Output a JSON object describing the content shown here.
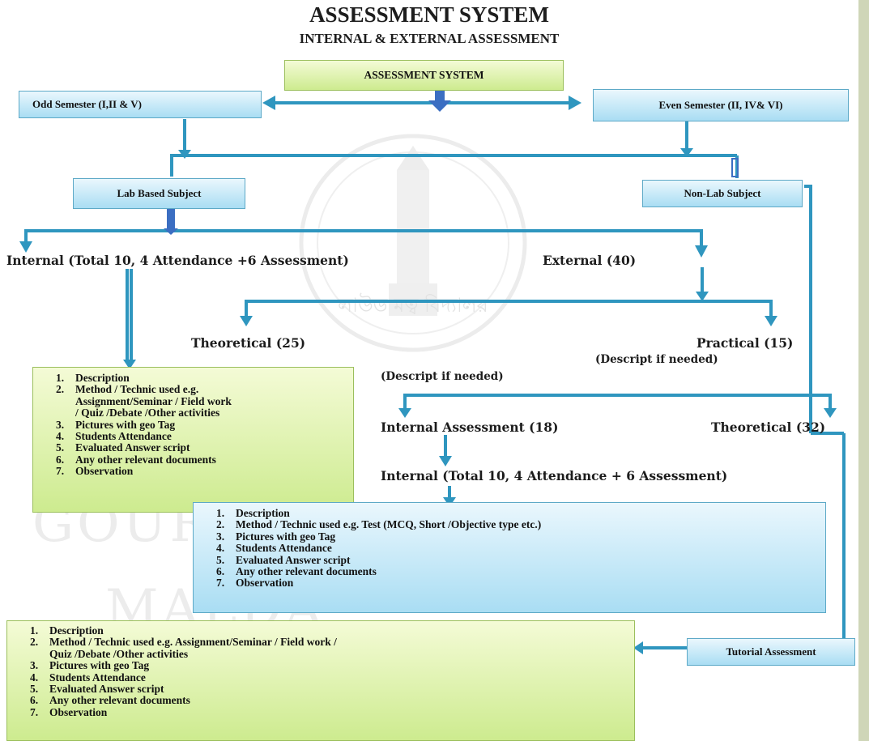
{
  "header": {
    "title": "ASSESSMENT SYSTEM",
    "subtitle": "INTERNAL & EXTERNAL ASSESSMENT"
  },
  "nodes": {
    "root": "ASSESSMENT SYSTEM",
    "odd_semester": "Odd Semester (I,II & V)",
    "even_semester": "Even Semester (II, IV& VI)",
    "lab_subject": "Lab Based Subject",
    "non_lab_subject": "Non-Lab Subject",
    "tutorial_assessment": "Tutorial Assessment"
  },
  "labels": {
    "lab_internal": "Internal (Total 10, 4 Attendance +6 Assessment)",
    "lab_external": "External  (40)",
    "theoretical_25": "Theoretical (25)",
    "practical_15": "Practical (15)",
    "descript_practical": "(Descript if needed)",
    "descript_theory": "(Descript if needed)",
    "internal_assessment_18": "Internal Assessment (18)",
    "theoretical_32": "Theoretical (32)",
    "nonlab_internal": "Internal (Total 10, 4 Attendance + 6 Assessment)"
  },
  "lists": {
    "lab_internal": [
      {
        "num": "1.",
        "lines": [
          "Description"
        ]
      },
      {
        "num": "2.",
        "lines": [
          "Method / Technic used e.g.",
          "Assignment/Seminar / Field work",
          "/ Quiz /Debate /Other activities"
        ]
      },
      {
        "num": "3.",
        "lines": [
          "Pictures with geo Tag"
        ]
      },
      {
        "num": "4.",
        "lines": [
          "Students Attendance"
        ]
      },
      {
        "num": "5.",
        "lines": [
          "Evaluated Answer script"
        ]
      },
      {
        "num": "6.",
        "lines": [
          "Any other relevant documents"
        ]
      },
      {
        "num": "7.",
        "lines": [
          "Observation"
        ]
      }
    ],
    "nonlab_internal": [
      {
        "num": "1.",
        "lines": [
          "Description"
        ]
      },
      {
        "num": "2.",
        "lines": [
          "Method / Technic used e.g. Test (MCQ, Short /Objective type etc.)"
        ]
      },
      {
        "num": "3.",
        "lines": [
          "Pictures with geo Tag"
        ]
      },
      {
        "num": "4.",
        "lines": [
          "Students Attendance"
        ]
      },
      {
        "num": "5.",
        "lines": [
          "Evaluated Answer script"
        ]
      },
      {
        "num": "6.",
        "lines": [
          "Any other relevant documents"
        ]
      },
      {
        "num": "7.",
        "lines": [
          "Observation"
        ]
      }
    ],
    "tutorial": [
      {
        "num": "1.",
        "lines": [
          "Description"
        ]
      },
      {
        "num": "2.",
        "lines": [
          "Method / Technic used e.g. Assignment/Seminar / Field work /",
          "Quiz /Debate /Other activities"
        ]
      },
      {
        "num": "3.",
        "lines": [
          "Pictures with geo Tag"
        ]
      },
      {
        "num": "4.",
        "lines": [
          "Students Attendance"
        ]
      },
      {
        "num": "5.",
        "lines": [
          "Evaluated Answer script"
        ]
      },
      {
        "num": "6.",
        "lines": [
          "Any other relevant documents"
        ]
      },
      {
        "num": "7.",
        "lines": [
          "Observation"
        ]
      }
    ]
  },
  "watermark": {
    "seal_text": "লাউড মত্ব বিদ্যালয়",
    "line1": "GOUR",
    "line2": "MALDA"
  },
  "colors": {
    "connector": "#2f96bf",
    "green_box": "#cdeb8f",
    "blue_box": "#a9ddf3",
    "arrow_blue": "#3b6ec2"
  }
}
